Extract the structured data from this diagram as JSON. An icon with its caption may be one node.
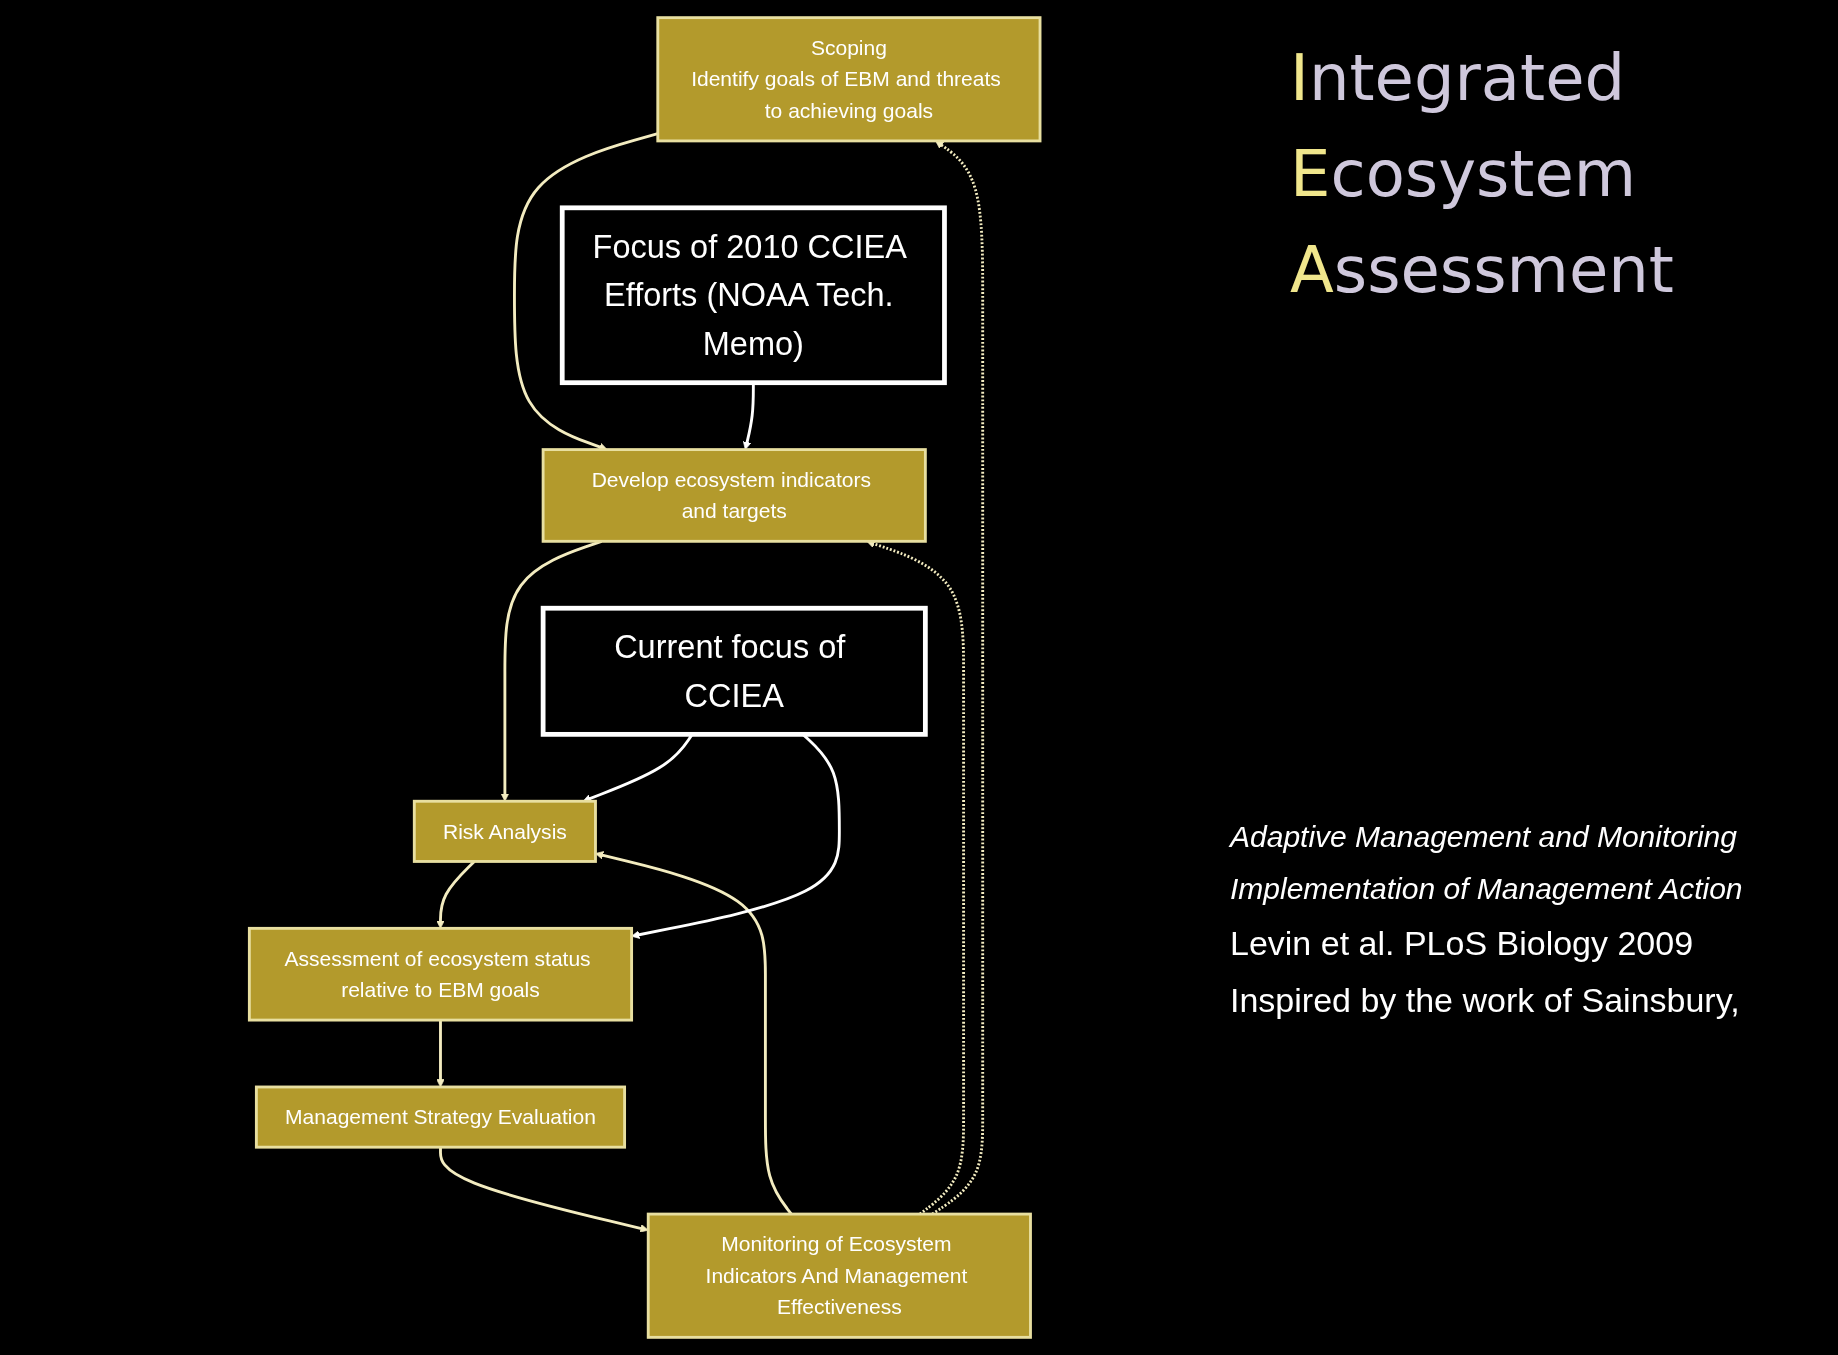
{
  "diagram": {
    "title": "Integrated Ecosystem Assessment",
    "nodes": [
      {
        "text": [
          "Scoping",
          "Identify goals of EBM and threats to achieving goals"
        ]
      },
      {
        "text": [
          "Develop ecosystem indicators and targets"
        ]
      },
      {
        "text": [
          "Risk Analysis"
        ]
      },
      {
        "text": [
          "Assessment of ecosystem status relative to EBM goals"
        ]
      },
      {
        "text": [
          "Management Strategy Evaluation"
        ]
      },
      {
        "text": [
          "Monitoring of Ecosystem Indicators And Management Effectiveness"
        ]
      },
      {
        "text": [
          "Focus of 2010 CCIEA Efforts (NOAA Tech. Memo)"
        ]
      },
      {
        "text": [
          "Current focus of CCIEA"
        ]
      }
    ],
    "edges": [
      {
        "from": 0,
        "to": 1,
        "arrow": "to"
      },
      {
        "from": 1,
        "to": 2,
        "arrow": "to"
      },
      {
        "from": 2,
        "to": 3,
        "arrow": "to"
      },
      {
        "from": 3,
        "to": 4,
        "arrow": "to"
      },
      {
        "from": 4,
        "to": 5,
        "arrow": "to"
      },
      {
        "from": 5,
        "to": 2,
        "arrow": "to"
      },
      {
        "from": 5,
        "to": 0,
        "arrow": "to",
        "style": "dashed"
      },
      {
        "from": 5,
        "to": 1,
        "arrow": "to",
        "style": "dashed"
      },
      {
        "from": 6,
        "to": 1,
        "arrow": "to",
        "color": "#ffffff"
      },
      {
        "from": 7,
        "to": 2,
        "arrow": "to",
        "color": "#ffffff"
      },
      {
        "from": 7,
        "to": 3,
        "arrow": "to",
        "color": "#ffffff"
      }
    ],
    "labels": [
      "Adaptive Management and Monitoring",
      "Implementation of Management Action",
      "Levin et al. PLoS Biology 2009",
      "Inspired by the work of Sainsbury,"
    ]
  }
}
